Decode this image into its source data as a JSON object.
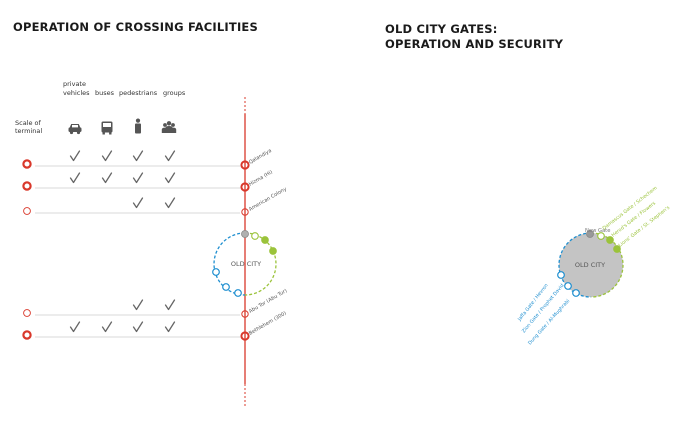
{
  "left_panel": {
    "title": "OPERATION  OF CROSSING FACILITIES",
    "scale_label": [
      "Scale of",
      "terminal"
    ],
    "columns": [
      {
        "label": [
          "private",
          "vehicles"
        ],
        "icon": "car-icon"
      },
      {
        "label": [
          "buses"
        ],
        "icon": "bus-icon"
      },
      {
        "label": [
          "pedestrians"
        ],
        "icon": "pedestrian-icon"
      },
      {
        "label": [
          "groups"
        ],
        "icon": "group-icon"
      }
    ],
    "crossings": [
      {
        "name": "Qalandiya",
        "scale": "large",
        "checks": [
          true,
          true,
          true,
          true
        ]
      },
      {
        "name": "Hizma (Hi)",
        "scale": "large",
        "checks": [
          true,
          true,
          true,
          true
        ]
      },
      {
        "name": "American Colony",
        "scale": "small",
        "checks": [
          false,
          false,
          true,
          true
        ]
      },
      {
        "name": "Abu Tor (Abu Tur)",
        "scale": "small",
        "checks": [
          false,
          false,
          true,
          true
        ]
      },
      {
        "name": "Bethlehem (300)",
        "scale": "large",
        "checks": [
          true,
          true,
          true,
          true
        ]
      }
    ],
    "city_label": "OLD CITY"
  },
  "right_panel": {
    "title_lines": [
      "OLD CITY GATES:",
      "OPERATION AND SECURITY"
    ],
    "city_label": "OLD CITY",
    "gates": [
      {
        "name": "New Gate",
        "group": "gray"
      },
      {
        "name": "Damascus Gate / Schechem",
        "group": "green"
      },
      {
        "name": "Herod's Gate / Flowers",
        "group": "green"
      },
      {
        "name": "Lions' Gate / St. Stephen's",
        "group": "green"
      },
      {
        "name": "Jaffa Gate / Hevron",
        "group": "blue"
      },
      {
        "name": "Zion Gate / Prophet David",
        "group": "blue"
      },
      {
        "name": "Dung Gate / Al-Mughrabi",
        "group": "blue"
      }
    ]
  },
  "colors": {
    "red": "#d9382b",
    "blue": "#1f8fd0",
    "green": "#9bc33b",
    "gray_fill": "#c4c4c4",
    "gray_stroke": "#999999",
    "icon": "#555555",
    "check": "#666666",
    "row_line": "#b5b5b5"
  }
}
